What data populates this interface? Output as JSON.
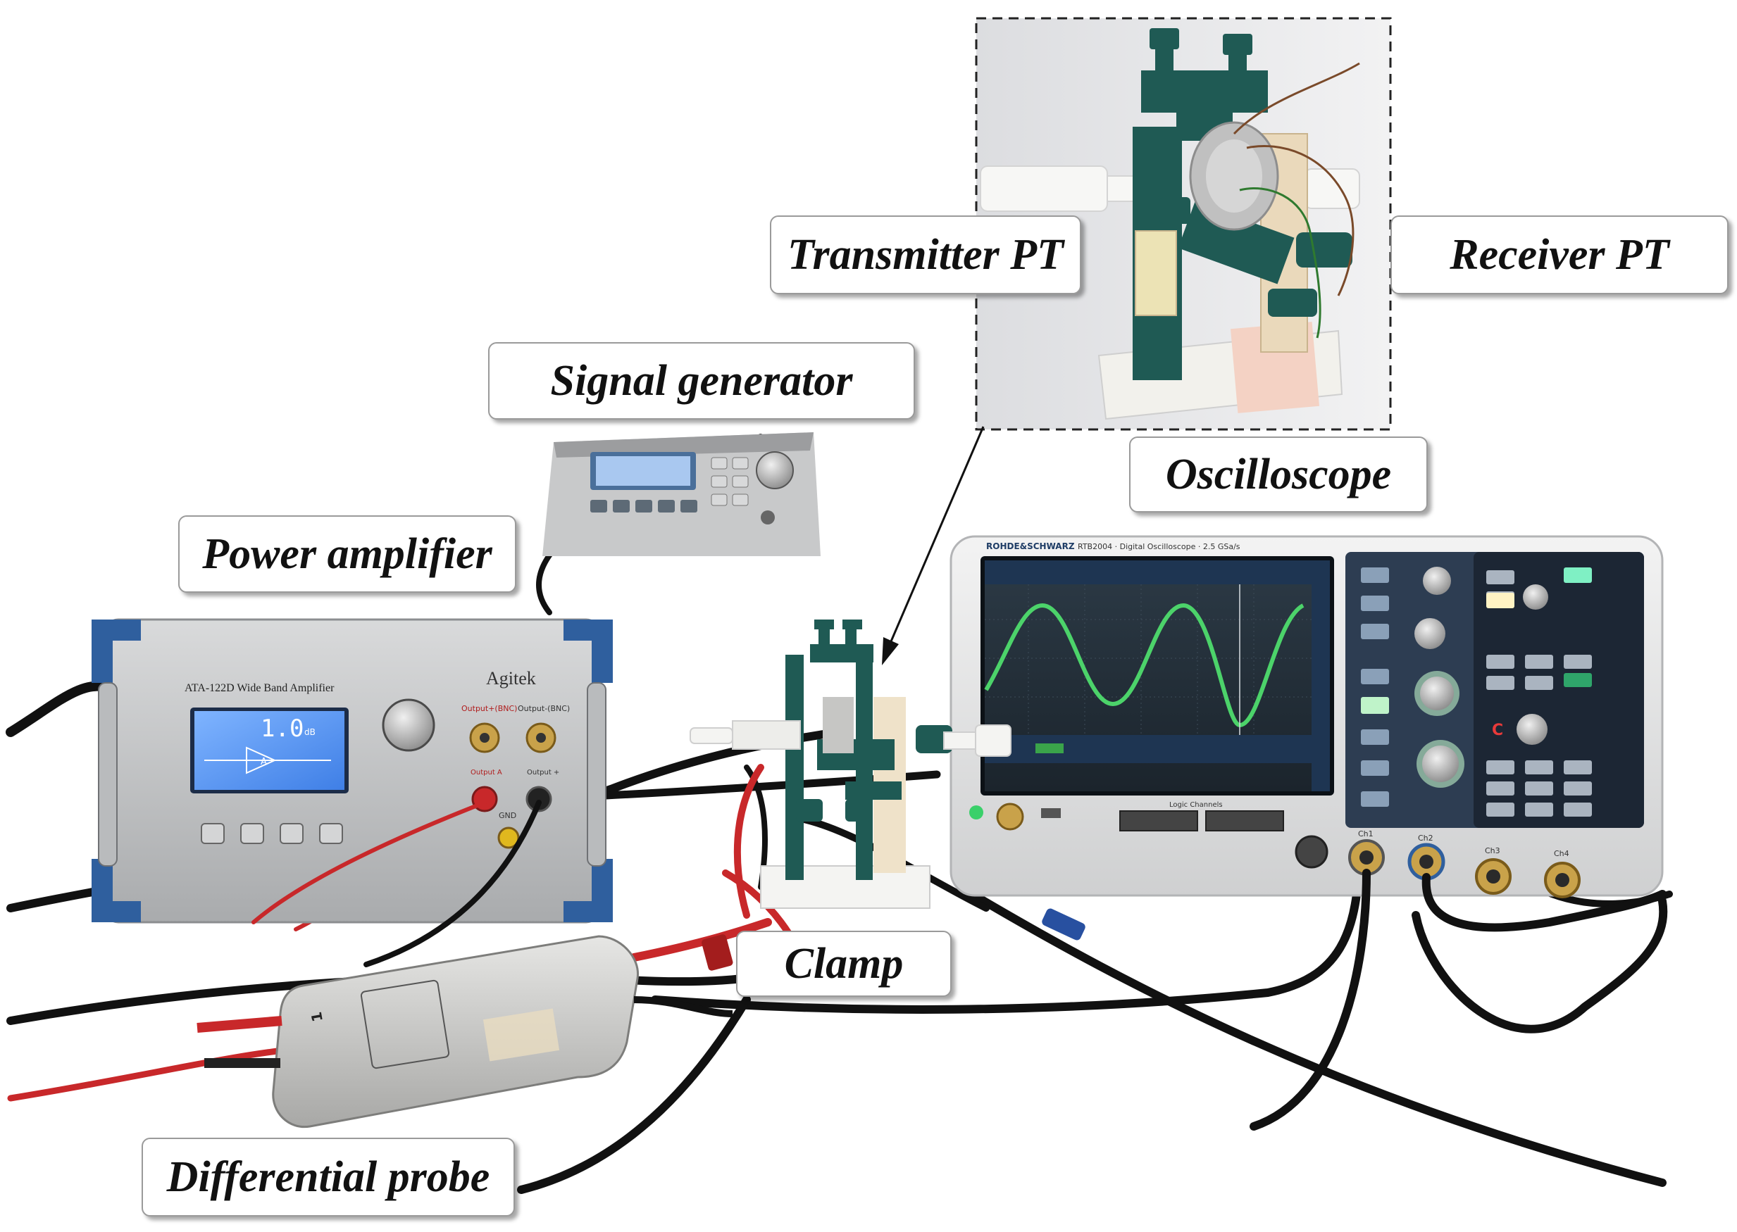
{
  "labels": {
    "transmitter": "Transmitter PT",
    "receiver": "Receiver PT",
    "signal_generator": "Signal generator",
    "oscilloscope": "Oscilloscope",
    "power_amplifier": "Power amplifier",
    "clamp": "Clamp",
    "differential_probe": "Differential probe"
  },
  "amplifier": {
    "model": "ATA-122D Wide Band Amplifier",
    "brand": "Agitek",
    "display_value": "1.0",
    "display_unit": "dB",
    "output_label_1": "Output+(BNC)",
    "output_label_2": "Output-(BNC)",
    "output_a": "Output A",
    "output_b": "Output +",
    "gnd": "GND"
  },
  "oscilloscope": {
    "brand": "ROHDE&SCHWARZ",
    "model": "RTB2004 · Digital Oscilloscope · 2.5 GSa/s",
    "logic_channels": "Logic Channels",
    "channels": [
      "Ch1",
      "Ch2",
      "Ch3",
      "Ch4"
    ]
  },
  "colors": {
    "clamp_green": "#1f5a54",
    "waveform_green": "#4cd36a",
    "amplifier_blue": "#2f5f9e",
    "probe_red": "#c8282a"
  }
}
